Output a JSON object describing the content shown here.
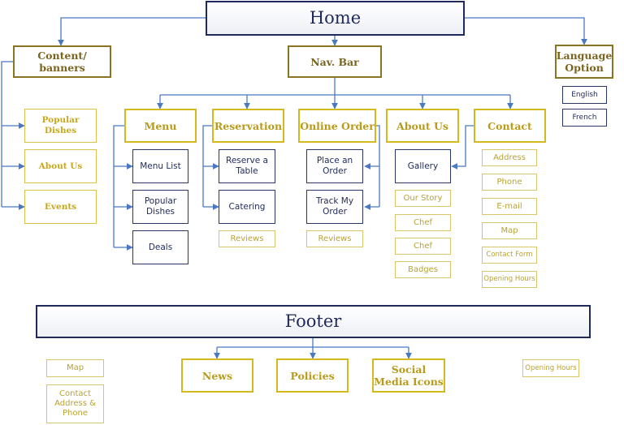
{
  "home": "Home",
  "footer": "Footer",
  "content_banners": {
    "title": "Content/ banners",
    "items": [
      "Popular Dishes",
      "About Us",
      "Events"
    ]
  },
  "nav_bar": "Nav. Bar",
  "language": {
    "title": "Language Option",
    "options": [
      "English",
      "French"
    ]
  },
  "menu": {
    "title": "Menu",
    "items": [
      "Menu List",
      "Popular Dishes",
      "Deals"
    ]
  },
  "reservation": {
    "title": "Reservation",
    "items": [
      "Reserve a Table",
      "Catering"
    ],
    "extra": "Reviews"
  },
  "online_order": {
    "title": "Online Order",
    "items": [
      "Place an Order",
      "Track My Order"
    ],
    "extra": "Reviews"
  },
  "about_us": {
    "title": "About Us",
    "item": "Gallery",
    "extras": [
      "Our Story",
      "Chef",
      "Chef",
      "Badges"
    ]
  },
  "contact": {
    "title": "Contact",
    "extras": [
      "Address",
      "Phone",
      "E-mail",
      "Map",
      "Contact Form",
      "Opening Hours"
    ]
  },
  "footer_items": {
    "links": [
      "News",
      "Policies",
      "Social Media Icons"
    ],
    "left": [
      "Map",
      "Contact Address & Phone"
    ],
    "right": "Opening Hours"
  },
  "colors": {
    "navy": "#1f2a5a",
    "connector": "#4a78c2",
    "gold": "#d4b91f",
    "olive": "#8a7424",
    "pale_gold": "#d8c66a"
  }
}
